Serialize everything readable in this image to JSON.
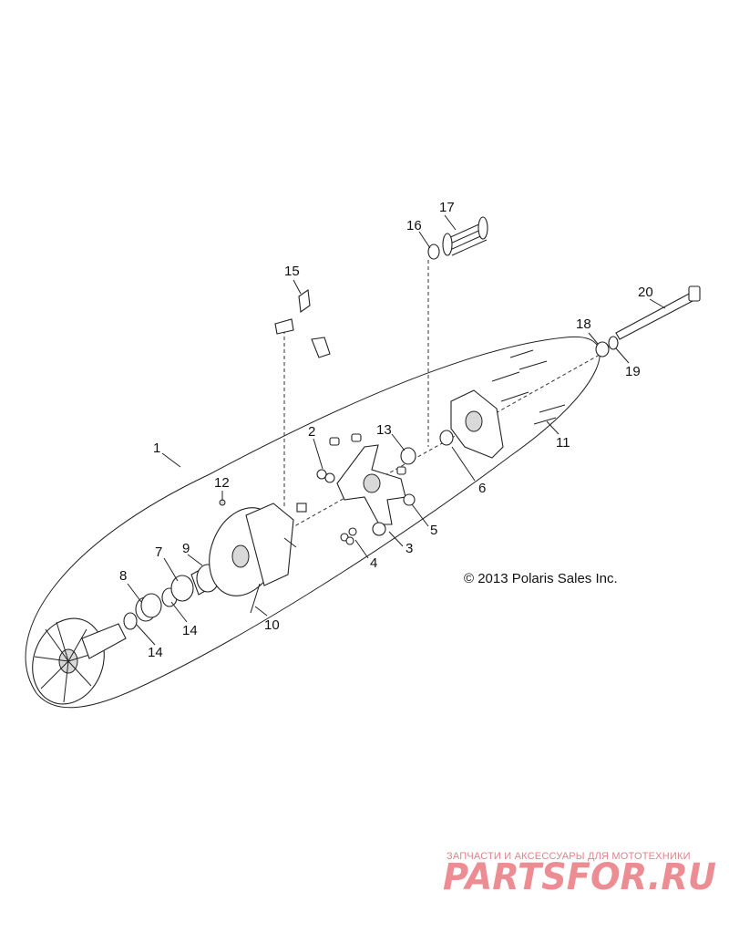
{
  "callouts": [
    {
      "id": "c1",
      "label": "1"
    },
    {
      "id": "c2",
      "label": "2"
    },
    {
      "id": "c3",
      "label": "3"
    },
    {
      "id": "c4",
      "label": "4"
    },
    {
      "id": "c5",
      "label": "5"
    },
    {
      "id": "c6",
      "label": "6"
    },
    {
      "id": "c7",
      "label": "7"
    },
    {
      "id": "c8",
      "label": "8"
    },
    {
      "id": "c9",
      "label": "9"
    },
    {
      "id": "c10",
      "label": "10"
    },
    {
      "id": "c11",
      "label": "11"
    },
    {
      "id": "c12",
      "label": "12"
    },
    {
      "id": "c13",
      "label": "13"
    },
    {
      "id": "c14a",
      "label": "14"
    },
    {
      "id": "c14b",
      "label": "14"
    },
    {
      "id": "c15",
      "label": "15"
    },
    {
      "id": "c16",
      "label": "16"
    },
    {
      "id": "c17",
      "label": "17"
    },
    {
      "id": "c18",
      "label": "18"
    },
    {
      "id": "c19",
      "label": "19"
    },
    {
      "id": "c20",
      "label": "20"
    }
  ],
  "copyright": "© 2013 Polaris Sales Inc.",
  "watermark": {
    "tagline": "ЗАПЧАСТИ И АКСЕССУАРЫ ДЛЯ МОТОТЕХНИКИ",
    "logo": "PARTSFOR.RU"
  },
  "colors": {
    "line": "#222222",
    "watermark": "#ec8d93"
  }
}
